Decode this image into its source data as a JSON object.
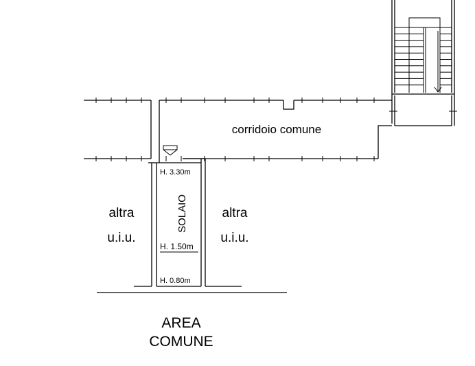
{
  "diagram": {
    "corridor_label": "corridoio comune",
    "left_unit": {
      "line1": "altra",
      "line2": "u.i.u."
    },
    "right_unit": {
      "line1": "altra",
      "line2": "u.i.u."
    },
    "room_label": "SOLAIO",
    "heights": {
      "top": "H. 3.30m",
      "middle": "H. 1.50m",
      "bottom": "H. 0.80m"
    },
    "area_label": {
      "line1": "AREA",
      "line2": "COMUNE"
    },
    "colors": {
      "ink": "#000000",
      "paper": "#ffffff"
    }
  }
}
